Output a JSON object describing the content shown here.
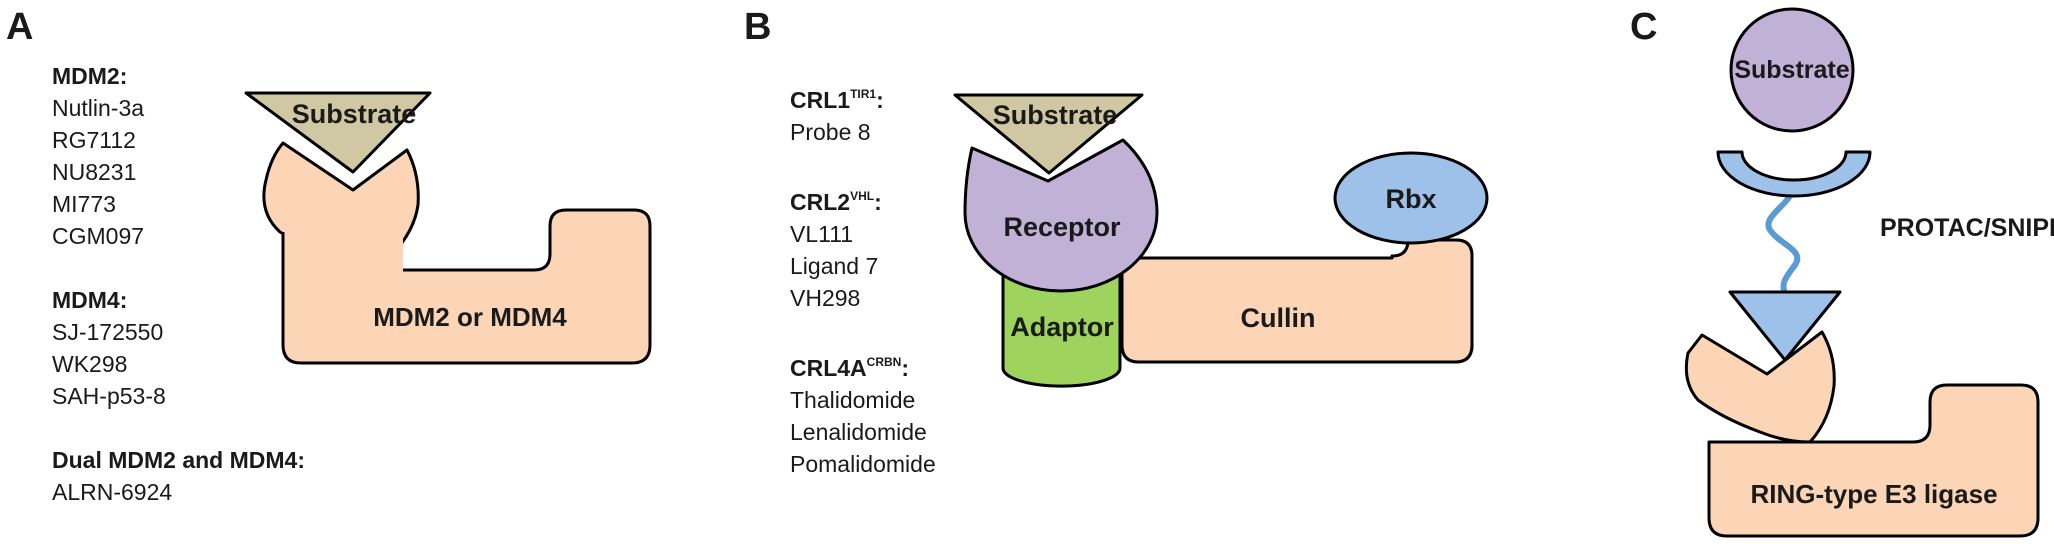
{
  "panels": {
    "a": {
      "letter": "A",
      "groups": [
        {
          "head": "MDM2:",
          "items": [
            "Nutlin-3a",
            "RG7112",
            "NU8231",
            "MI773",
            "CGM097"
          ]
        },
        {
          "head": "MDM4:",
          "items": [
            "SJ-172550",
            "WK298",
            "SAH-p53-8"
          ]
        },
        {
          "head": "Dual MDM2 and MDM4:",
          "items": [
            "ALRN-6924"
          ]
        }
      ],
      "substrate_label": "Substrate",
      "protein_label": "MDM2 or MDM4"
    },
    "b": {
      "letter": "B",
      "groups": [
        {
          "head": "CRL1",
          "sup": "TIR1",
          "colon": ":",
          "items": [
            "Probe 8"
          ]
        },
        {
          "head": "CRL2",
          "sup": "VHL",
          "colon": ":",
          "items": [
            "VL111",
            "Ligand 7",
            "VH298"
          ]
        },
        {
          "head": "CRL4A",
          "sup": "CRBN",
          "colon": ":",
          "items": [
            "Thalidomide",
            "Lenalidomide",
            "Pomalidomide"
          ]
        }
      ],
      "substrate_label": "Substrate",
      "receptor_label": "Receptor",
      "adaptor_label": "Adaptor",
      "cullin_label": "Cullin",
      "rbx_label": "Rbx"
    },
    "c": {
      "letter": "C",
      "substrate_label": "Substrate",
      "linker_label": "PROTAC/SNIPER",
      "ligase_label": "RING-type E3 ligase"
    }
  },
  "colors": {
    "peach": "#fbd5b5",
    "khaki": "#d0c8a2",
    "lavender": "#c1b1d7",
    "green": "#9ed35e",
    "blue": "#9ec1ea",
    "linker_blue": "#5b9bd5",
    "outline": "#000000"
  }
}
